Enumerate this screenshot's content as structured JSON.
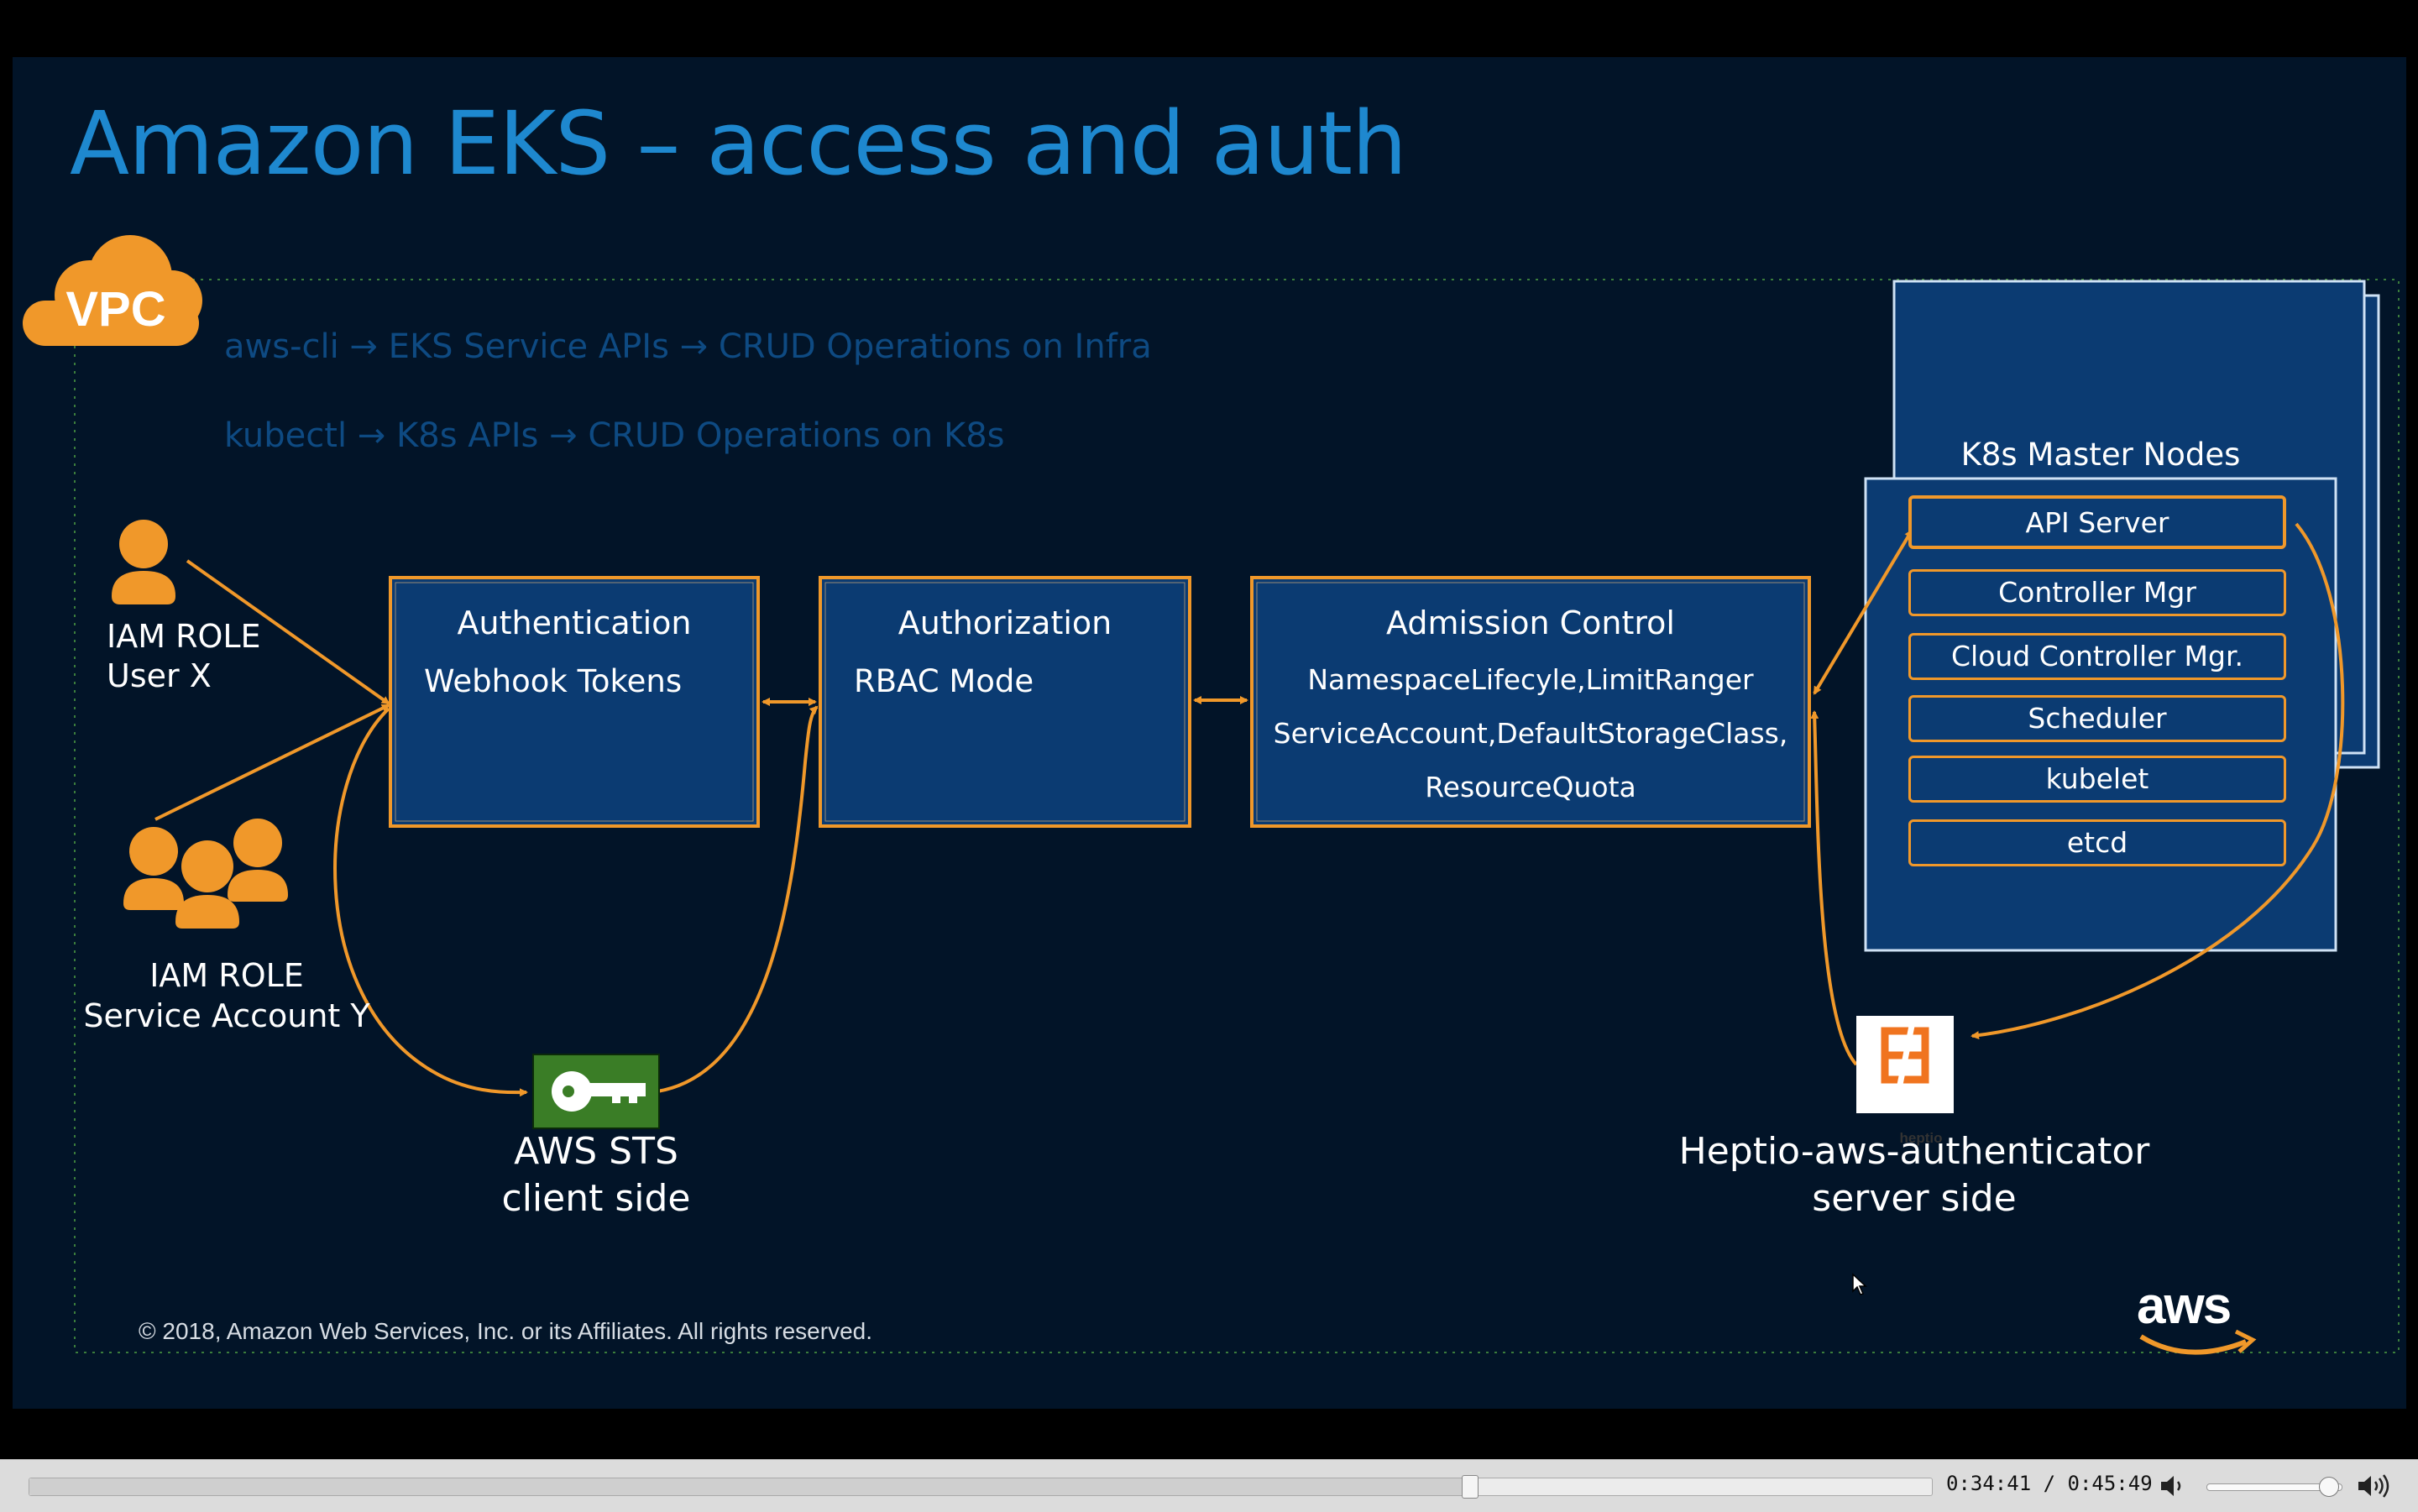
{
  "slide": {
    "title": "Amazon EKS – access and auth",
    "vpc_label": "VPC",
    "cli_flow": "aws-cli → EKS Service APIs → CRUD Operations on Infra",
    "kubectl_flow": "kubectl → K8s APIs → CRUD Operations on K8s",
    "actors": {
      "user_role": "IAM ROLE",
      "user_name": "User X",
      "service_role": "IAM ROLE",
      "service_name": "Service Account Y"
    },
    "authentication": {
      "title": "Authentication",
      "detail": "Webhook Tokens"
    },
    "authorization": {
      "title": "Authorization",
      "detail": "RBAC Mode"
    },
    "admission": {
      "title": "Admission Control",
      "line1": "NamespaceLifecyle,LimitRanger",
      "line2": "ServiceAccount,DefaultStorageClass,",
      "line3": "ResourceQuota"
    },
    "master_nodes": {
      "title": "K8s Master Nodes",
      "components": [
        "API Server",
        "Controller Mgr",
        "Cloud Controller Mgr.",
        "Scheduler",
        "kubelet",
        "etcd"
      ]
    },
    "sts": {
      "line1": "AWS STS",
      "line2": "client side"
    },
    "heptio": {
      "logo_text": "heptio",
      "line1": "Heptio-aws-authenticator",
      "line2": "server side"
    },
    "footer": "© 2018, Amazon Web Services, Inc. or its Affiliates. All rights reserved.",
    "aws_logo": "aws"
  },
  "player": {
    "time_display": "0:34:41 / 0:45:49",
    "progress_fraction": 0.757,
    "volume_fraction": 0.9
  },
  "colors": {
    "background": "#021428",
    "box_fill": "#0b3b72",
    "accent_orange": "#f0982a",
    "title_blue": "#1e88cf",
    "faded_text": "#0e4a82"
  },
  "icons": [
    "cloud-icon",
    "person-icon",
    "people-group-icon",
    "key-icon",
    "heptio-logo",
    "aws-logo",
    "volume-low-icon",
    "volume-high-icon",
    "mouse-cursor-icon"
  ]
}
